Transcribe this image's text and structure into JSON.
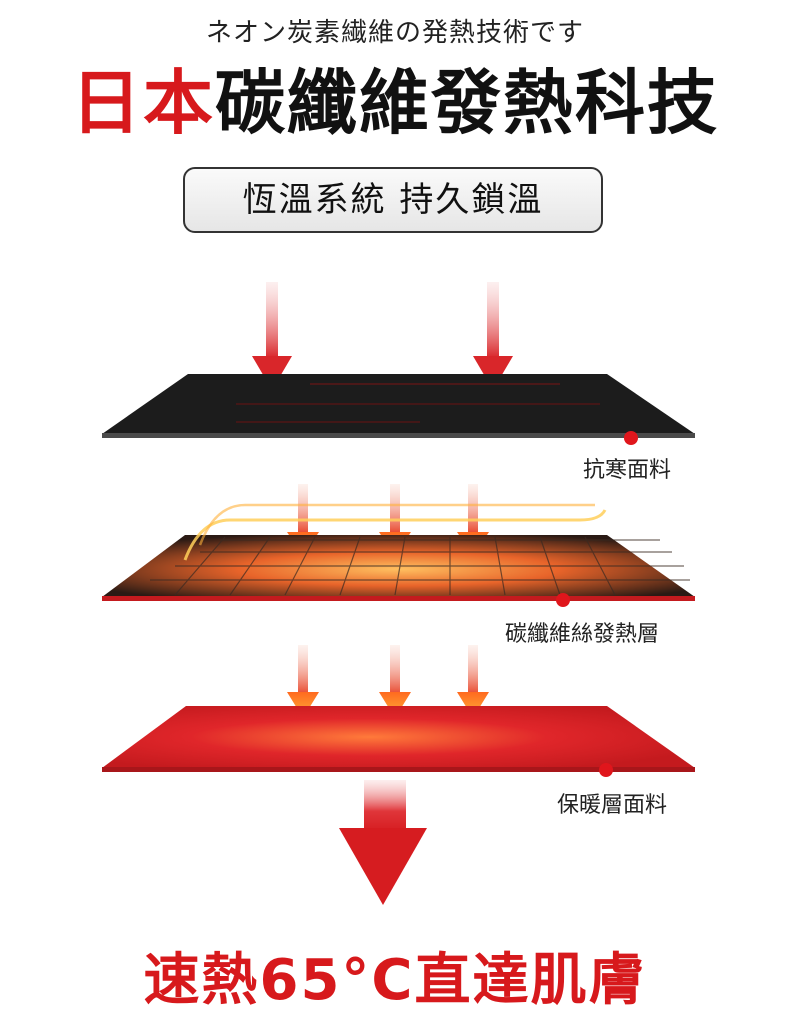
{
  "header": {
    "subtitle": "ネオン炭素繊維の発熱技術です",
    "title_red": "日本",
    "title_black": "碳纖維發熱科技",
    "pill_text": "恆溫系統 持久鎖溫"
  },
  "layers": {
    "top_label": "抗寒面料",
    "middle_label": "碳纖維絲發熱層",
    "bottom_label": "保暖層面料"
  },
  "footer": {
    "text": "速熱65°C直達肌膚"
  },
  "colors": {
    "accent_red": "#d7191c",
    "dark_fabric": "#1c1c1c",
    "heating_orange": "#ff9a2e",
    "warm_red": "#e0262a"
  }
}
